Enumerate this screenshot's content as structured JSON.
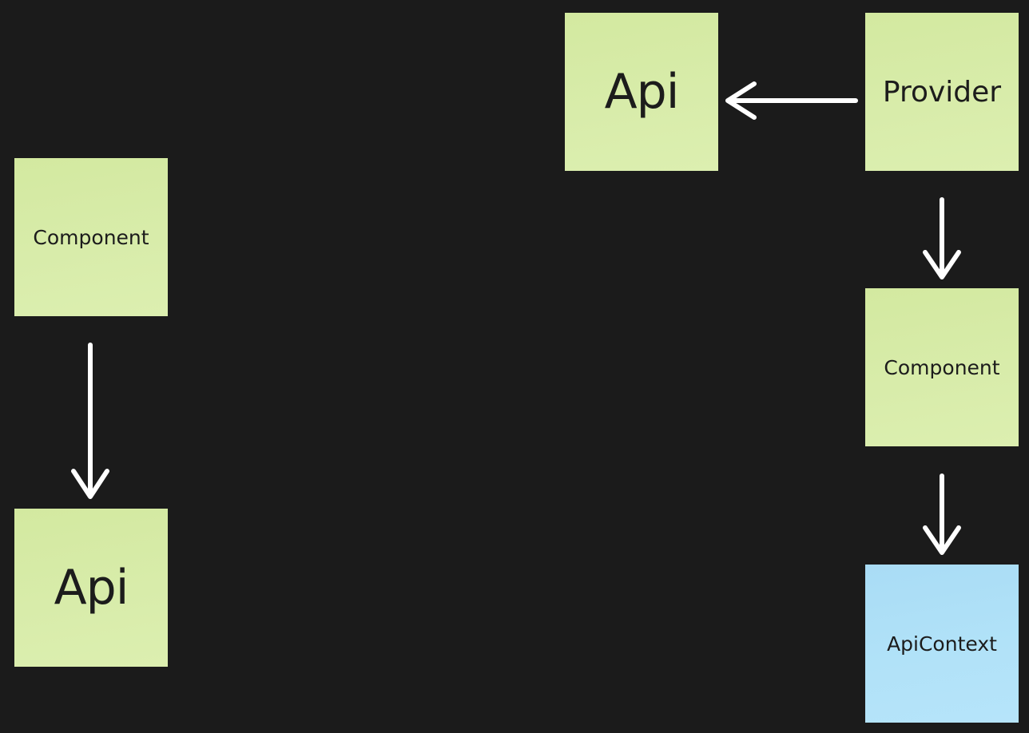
{
  "nodes": {
    "left_component": "Component",
    "left_api": "Api",
    "top_api": "Api",
    "provider": "Provider",
    "right_component": "Component",
    "api_context": "ApiContext"
  },
  "colors": {
    "background": "#1b1b1b",
    "sticky_green": "#d6eba6",
    "sticky_blue": "#afe0f7",
    "arrow": "#ffffff",
    "text": "#1c1c1c"
  },
  "edges": [
    {
      "from": "left_component",
      "to": "left_api"
    },
    {
      "from": "provider",
      "to": "top_api"
    },
    {
      "from": "provider",
      "to": "right_component"
    },
    {
      "from": "right_component",
      "to": "api_context"
    }
  ]
}
